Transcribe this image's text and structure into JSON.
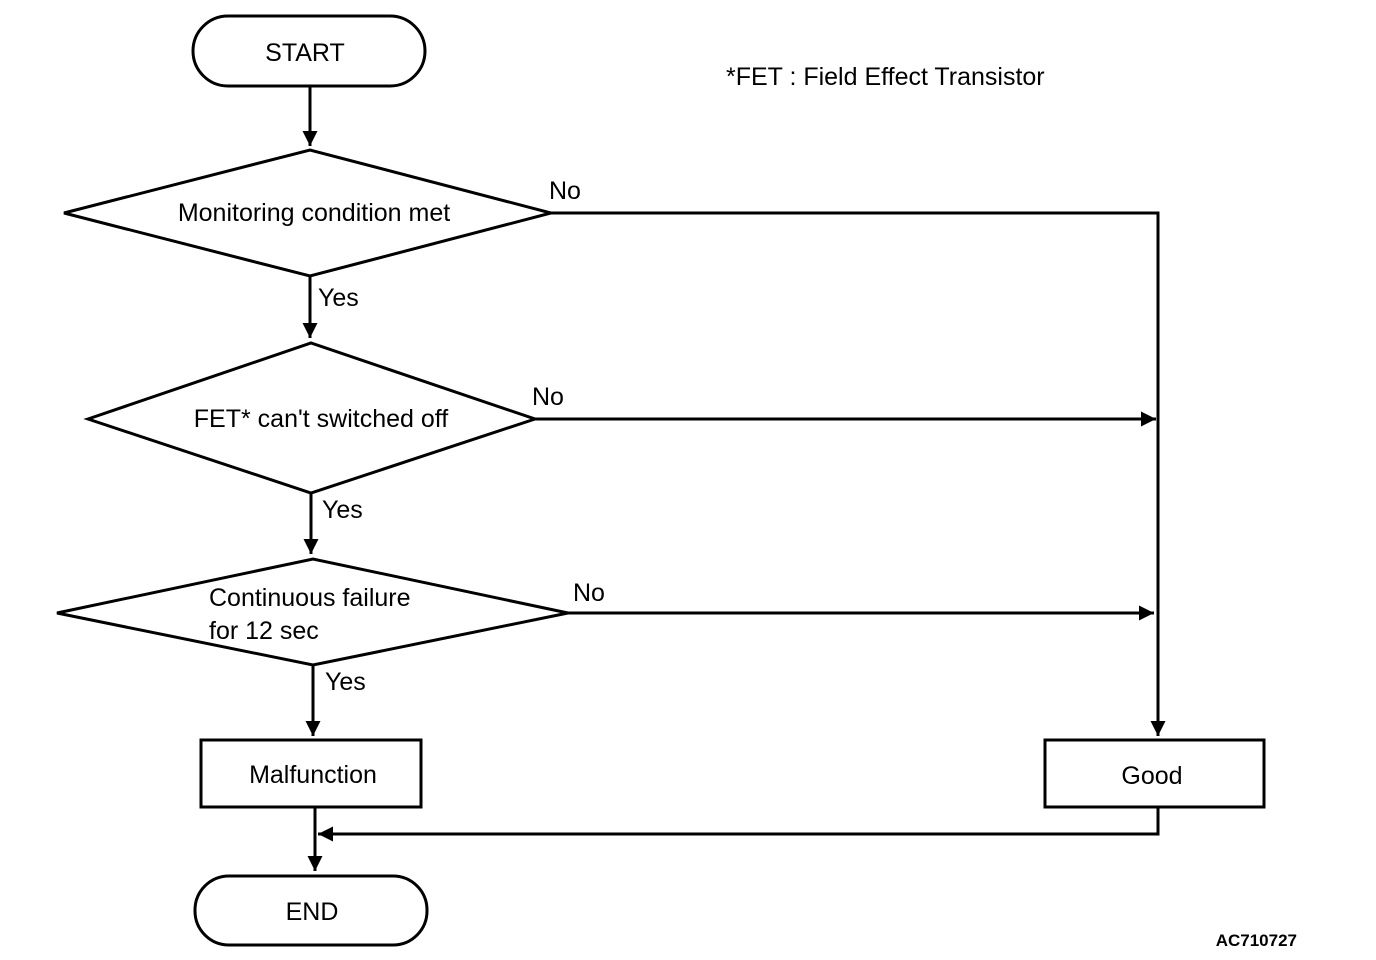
{
  "diagram": {
    "footnote": "*FET : Field Effect Transistor",
    "figure_code": "AC710727",
    "nodes": {
      "start": "START",
      "decision1": "Monitoring condition met",
      "decision2": "FET* can't switched off",
      "decision3": [
        "Continuous failure",
        "for 12 sec"
      ],
      "malfunction": "Malfunction",
      "good": "Good",
      "end": "END"
    },
    "edge_labels": {
      "d1_no": "No",
      "d1_yes": "Yes",
      "d2_no": "No",
      "d2_yes": "Yes",
      "d3_no": "No",
      "d3_yes": "Yes"
    },
    "colors": {
      "stroke": "#000000",
      "fill": "#ffffff"
    }
  }
}
